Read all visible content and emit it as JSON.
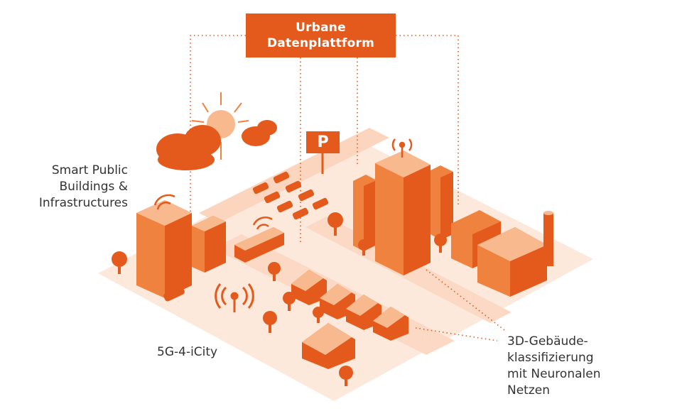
{
  "platform": {
    "line1": "Urbane",
    "line2": "Datenplattform"
  },
  "labels": {
    "smart_public": [
      "Smart Public",
      "Buildings &",
      "Infrastructures"
    ],
    "fiveg": "5G-4-iCity",
    "classification": [
      "3D-Gebäude-",
      "klassifizierung",
      "mit Neuronalen",
      "Netzen"
    ]
  },
  "parking_sign": "P",
  "colors": {
    "accent": "#e35a1c",
    "ground": "#fde6d8",
    "light": "#f9b98e",
    "mid": "#f0823f",
    "dark": "#c94a10",
    "text": "#333333"
  }
}
